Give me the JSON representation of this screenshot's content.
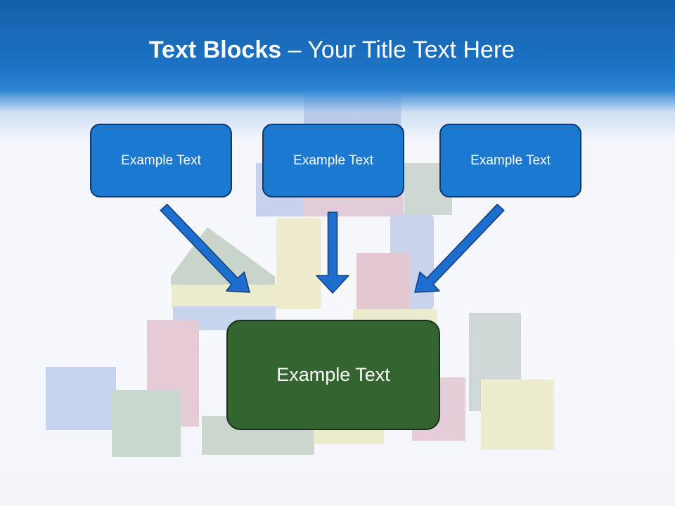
{
  "title": {
    "bold": "Text Blocks",
    "dash": "–",
    "rest": "Your Title Text Here"
  },
  "boxes": [
    {
      "label": "Example Text"
    },
    {
      "label": "Example Text"
    },
    {
      "label": "Example Text"
    }
  ],
  "target": {
    "label": "Example Text"
  },
  "colors": {
    "header_blue": "#1d74c8",
    "box_blue": "#1b79d2",
    "box_border": "#123864",
    "target_green": "#346530",
    "arrow_blue": "#1e6ed0"
  }
}
